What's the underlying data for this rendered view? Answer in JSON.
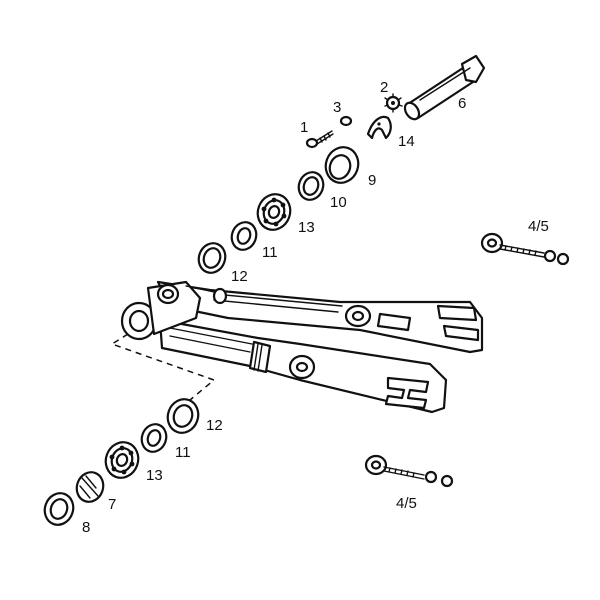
{
  "callouts": {
    "c1": "1",
    "c2": "2",
    "c3": "3",
    "c6": "6",
    "c14": "14",
    "c9": "9",
    "c10": "10",
    "c13_upper": "13",
    "c11_upper": "11",
    "c12_upper": "12",
    "c45_upper": "4/5",
    "c12_lower": "12",
    "c11_lower": "11",
    "c13_lower": "13",
    "c7": "7",
    "c8": "8",
    "c45_lower": "4/5"
  }
}
